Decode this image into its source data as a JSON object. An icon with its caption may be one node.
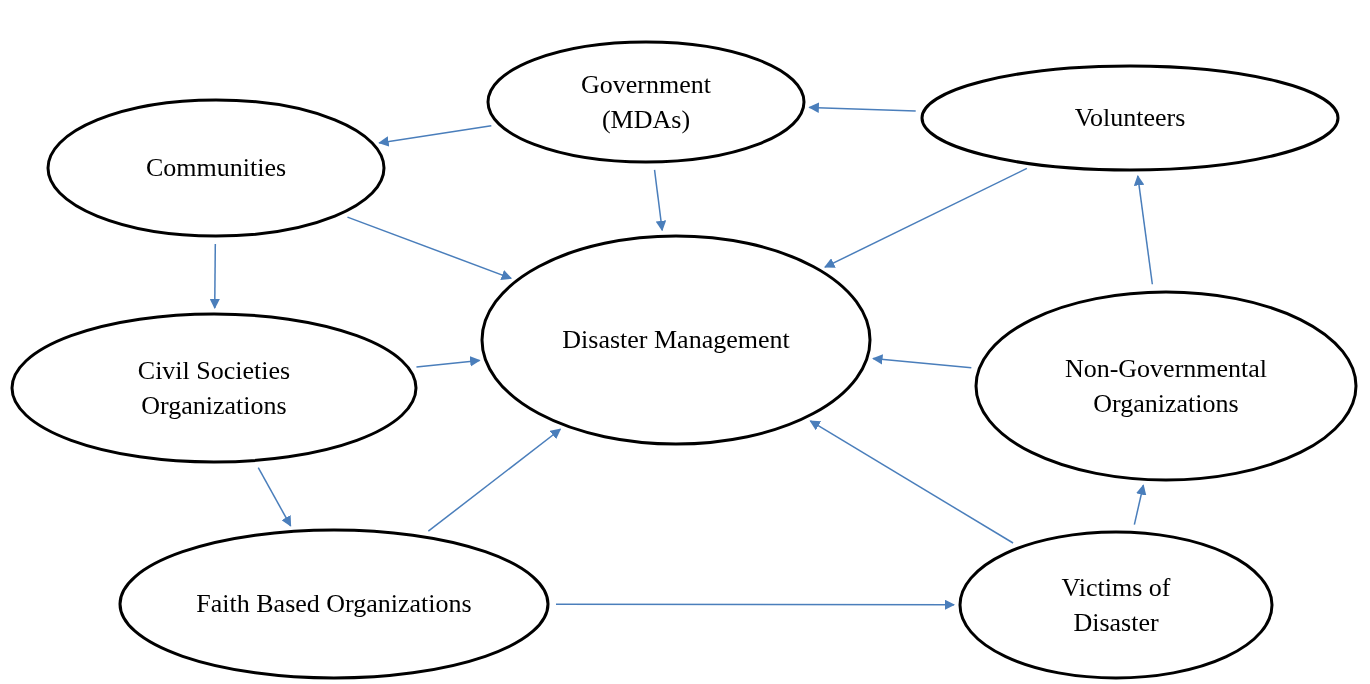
{
  "diagram": {
    "nodes": [
      {
        "text": [
          "Government (MDAs)"
        ]
      },
      {
        "text": [
          "Volunteers"
        ]
      },
      {
        "text": [
          "Communities"
        ]
      },
      {
        "text": [
          "Disaster Management"
        ]
      },
      {
        "text": [
          "Civil Societies Organizations"
        ]
      },
      {
        "text": [
          "Non-Governmental Organizations"
        ]
      },
      {
        "text": [
          "Faith Based Organizations"
        ]
      },
      {
        "text": [
          "Victims of Disaster"
        ]
      }
    ],
    "edges": [
      {
        "from": 0,
        "to": 2,
        "arrow": "to"
      },
      {
        "from": 1,
        "to": 0,
        "arrow": "to"
      },
      {
        "from": 0,
        "to": 3,
        "arrow": "to"
      },
      {
        "from": 1,
        "to": 3,
        "arrow": "to"
      },
      {
        "from": 2,
        "to": 3,
        "arrow": "to"
      },
      {
        "from": 2,
        "to": 4,
        "arrow": "to"
      },
      {
        "from": 4,
        "to": 3,
        "arrow": "to"
      },
      {
        "from": 5,
        "to": 1,
        "arrow": "to"
      },
      {
        "from": 5,
        "to": 3,
        "arrow": "to"
      },
      {
        "from": 4,
        "to": 6,
        "arrow": "to"
      },
      {
        "from": 6,
        "to": 3,
        "arrow": "to"
      },
      {
        "from": 7,
        "to": 3,
        "arrow": "to"
      },
      {
        "from": 7,
        "to": 5,
        "arrow": "to"
      },
      {
        "from": 6,
        "to": 7,
        "arrow": "to"
      }
    ]
  }
}
